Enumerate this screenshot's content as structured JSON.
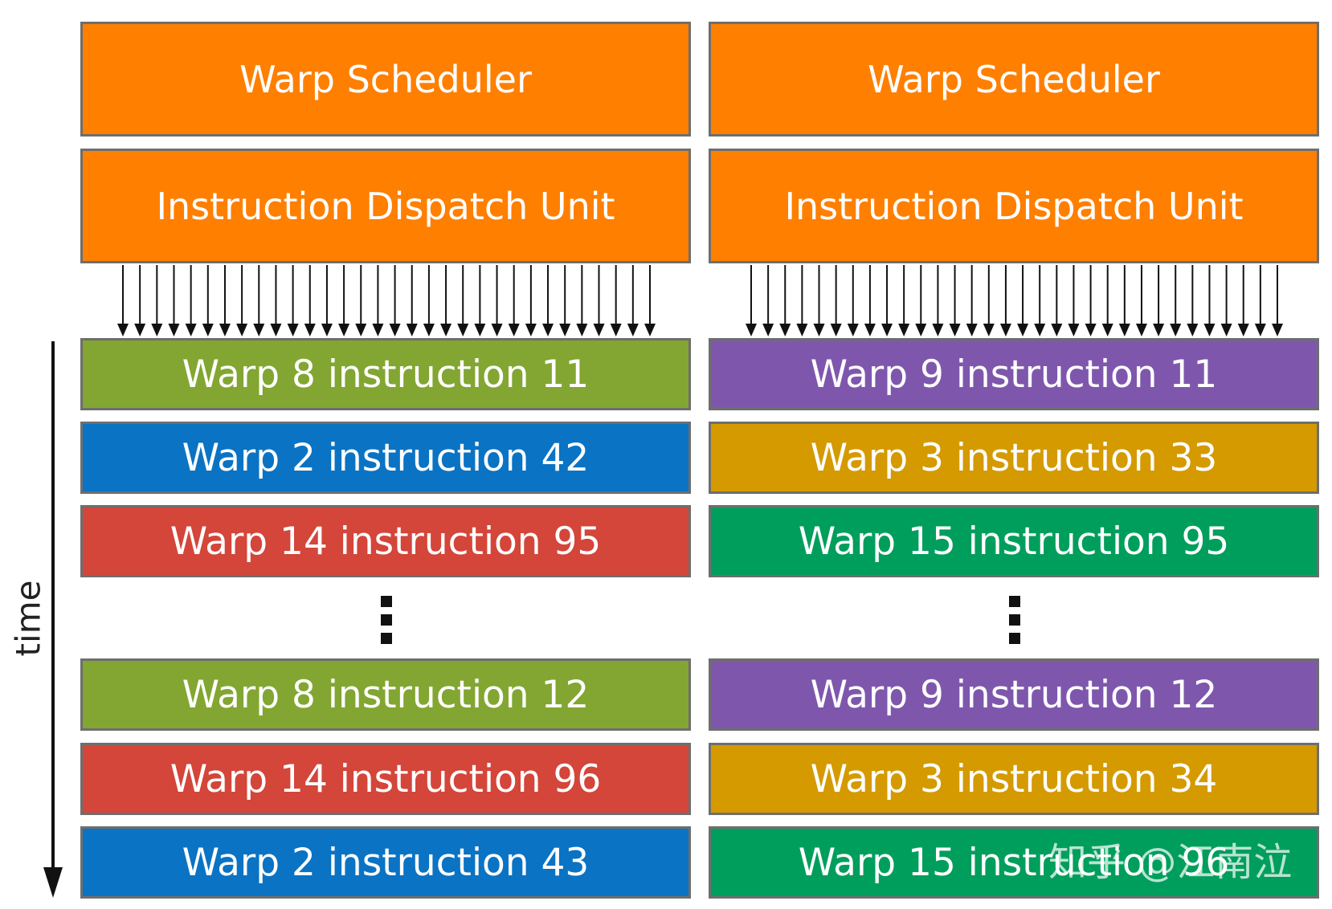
{
  "colors": {
    "orange": "#FF7F00",
    "green": "#82A631",
    "blue": "#0A73C4",
    "red": "#D4453A",
    "purple": "#7E57AD",
    "gold": "#D49A00",
    "teal": "#009E5C"
  },
  "left": {
    "scheduler": "Warp Scheduler",
    "dispatch": "Instruction Dispatch Unit",
    "top_instructions": [
      {
        "label": "Warp 8 instruction 11",
        "color": "green"
      },
      {
        "label": "Warp 2 instruction 42",
        "color": "blue"
      },
      {
        "label": "Warp 14 instruction 95",
        "color": "red"
      }
    ],
    "bottom_instructions": [
      {
        "label": "Warp 8 instruction 12",
        "color": "green"
      },
      {
        "label": "Warp 14 instruction 96",
        "color": "red"
      },
      {
        "label": "Warp 2 instruction 43",
        "color": "blue"
      }
    ]
  },
  "right": {
    "scheduler": "Warp Scheduler",
    "dispatch": "Instruction Dispatch Unit",
    "top_instructions": [
      {
        "label": "Warp 9 instruction 11",
        "color": "purple"
      },
      {
        "label": "Warp 3 instruction 33",
        "color": "gold"
      },
      {
        "label": "Warp 15 instruction 95",
        "color": "teal"
      }
    ],
    "bottom_instructions": [
      {
        "label": "Warp 9 instruction 12",
        "color": "purple"
      },
      {
        "label": "Warp 3 instruction 34",
        "color": "gold"
      },
      {
        "label": "Warp 15 instruction 96",
        "color": "teal"
      }
    ]
  },
  "time_label": "time",
  "watermark": "知乎 @江南泣"
}
